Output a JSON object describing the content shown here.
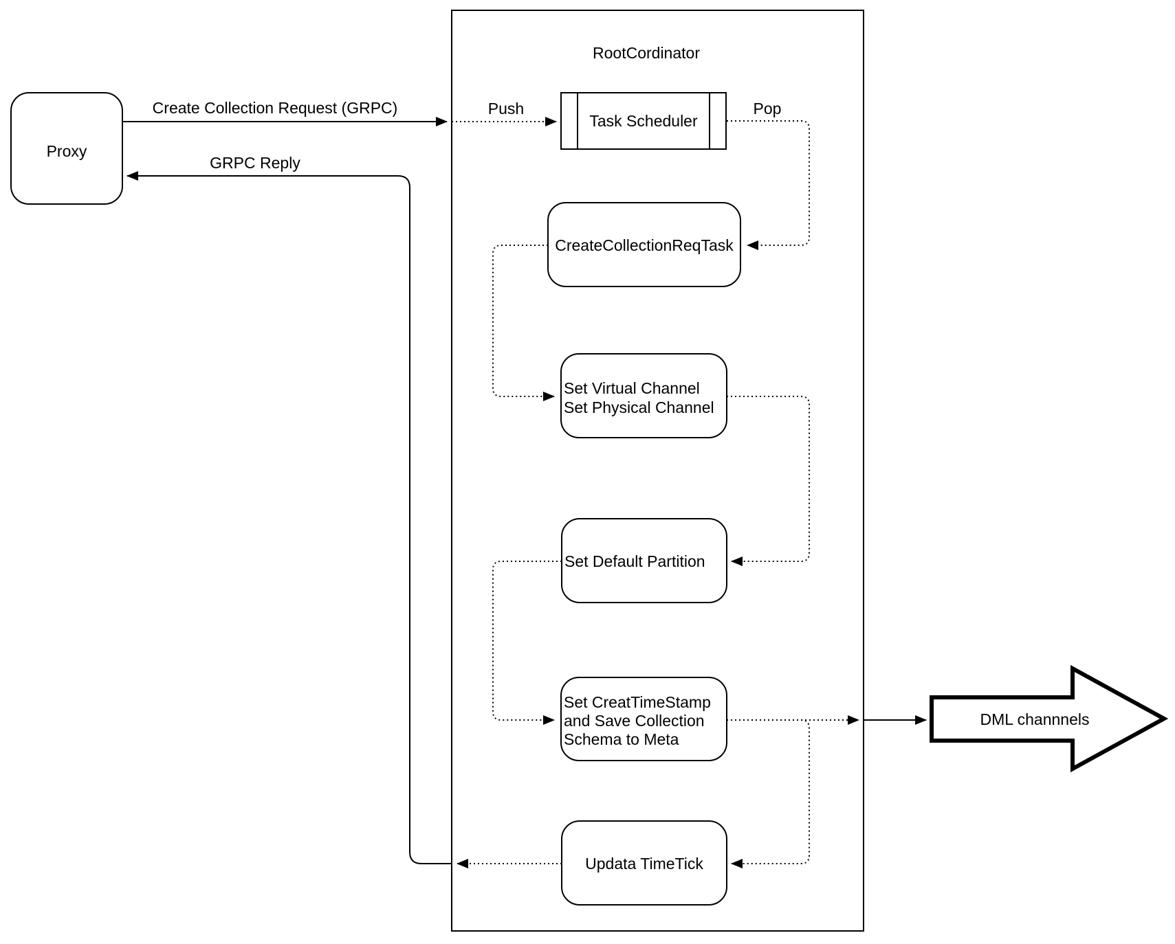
{
  "diagram": {
    "container_title": "RootCordinator",
    "nodes": {
      "proxy": {
        "label": "Proxy"
      },
      "task_scheduler": {
        "label": "Task Scheduler"
      },
      "create_collection_req_task": {
        "label": "CreateCollectionReqTask"
      },
      "set_channel": {
        "line1": "Set Virtual Channel",
        "line2": "Set Physical Channel"
      },
      "set_default_partition": {
        "label": "Set Default Partition"
      },
      "set_timestamp": {
        "line1": "Set CreatTimeStamp",
        "line2": "and Save Collection",
        "line3": "Schema to Meta"
      },
      "update_timetick": {
        "label": "Updata TimeTick"
      },
      "dml_channels": {
        "label": "DML channnels"
      }
    },
    "edges": {
      "request_label": "Create Collection Request (GRPC)",
      "reply_label": "GRPC Reply",
      "push_label": "Push",
      "pop_label": "Pop"
    },
    "colors": {
      "stroke": "#000000",
      "background": "#ffffff"
    }
  }
}
